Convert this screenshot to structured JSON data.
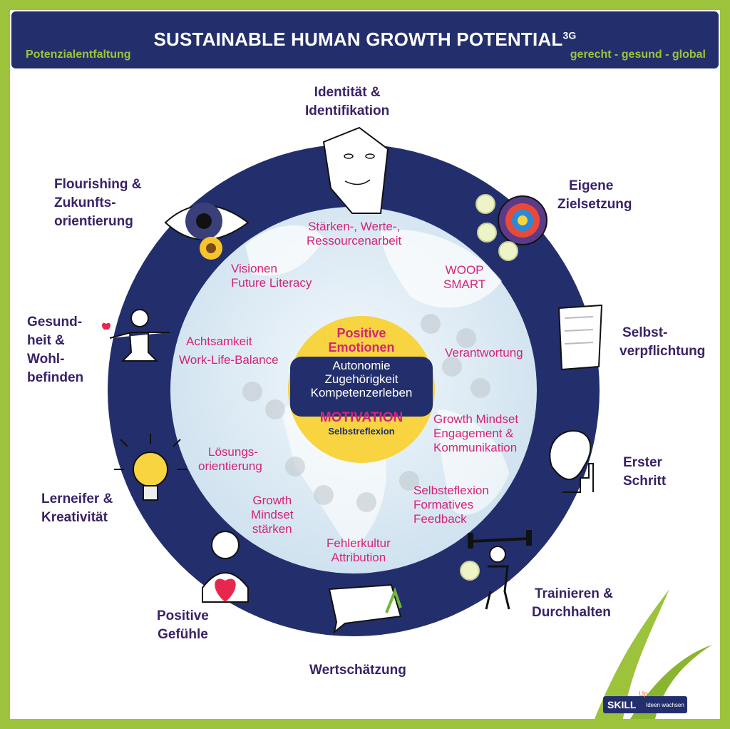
{
  "header": {
    "title": "SUSTAINABLE HUMAN GROWTH POTENTIAL",
    "title_sup": "3G",
    "left": "Potenzialentfaltung",
    "right": "gerecht - gesund - global"
  },
  "outer": {
    "identitaet": [
      "Identität &",
      "Identifikation"
    ],
    "ziel": [
      "Eigene",
      "Zielsetzung"
    ],
    "selbstverpflichtung": [
      "Selbst-",
      "verpflichtung"
    ],
    "schritt": [
      "Erster",
      "Schritt"
    ],
    "trainieren": [
      "Trainieren &",
      "Durchhalten"
    ],
    "wertschaetzung": [
      "Wertschätzung"
    ],
    "gefuehle": [
      "Positive",
      "Gefühle"
    ],
    "lerneifer": [
      "Lerneifer &",
      "Kreativität"
    ],
    "gesundheit": [
      "Gesund-",
      "heit &",
      "Wohl-",
      "befinden"
    ],
    "flourishing": [
      "Flourishing &",
      "Zukunfts-",
      "orientierung"
    ]
  },
  "inner": {
    "staerken": [
      "Stärken-, Werte-,",
      "Ressourcenarbeit"
    ],
    "woop": [
      "WOOP",
      "SMART"
    ],
    "verantwortung": [
      "Verantwortung"
    ],
    "growth": [
      "Growth Mindset",
      "Engagement &",
      "Kommunikation"
    ],
    "selbstreflexion": [
      "Selbsteflexion",
      "Formatives",
      "Feedback"
    ],
    "fehler": [
      "Fehlerkultur",
      "Attribution"
    ],
    "mindset_staerken": [
      "Growth",
      "Mindset",
      "stärken"
    ],
    "loesung": [
      "Lösungs-",
      "orientierung"
    ],
    "achtsamkeit": [
      "Achtsamkeit",
      "Work-Life-Balance"
    ],
    "visionen": [
      "Visionen",
      "Future Literacy"
    ]
  },
  "center": {
    "top": [
      "Positive",
      "Emotionen"
    ],
    "box": [
      "Autonomie",
      "Zugehörigkeit",
      "Kompetenzerleben"
    ],
    "motivation": "MOTIVATION",
    "bottom": "Selbstreflexion"
  },
  "logo": {
    "brand": "SKILL",
    "sup": "Up",
    "tagline": "Ideen wachsen"
  },
  "colors": {
    "navy": "#232f6c",
    "green": "#9cc33b",
    "purple": "#3a2266",
    "magenta": "#d4237a",
    "yellow": "#f7d440"
  },
  "icons": [
    "face-icon",
    "target-icon",
    "scroll-icon",
    "footprint-icon",
    "weightlifter-icon",
    "speech-bubble-icon",
    "heart-person-icon",
    "lightbulb-icon",
    "meditation-icon",
    "eye-sunflower-icon"
  ]
}
